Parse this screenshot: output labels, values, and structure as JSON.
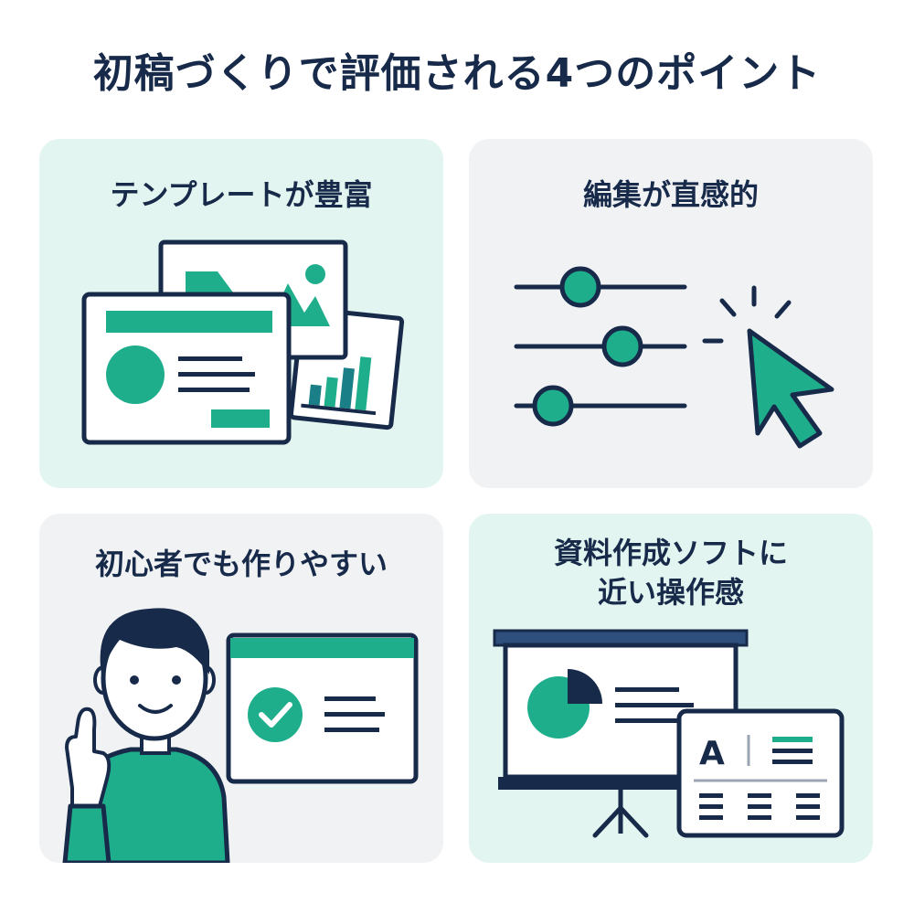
{
  "header": {
    "title": "初稿づくりで評価される4つのポイント"
  },
  "colors": {
    "accent": "#1fae8c",
    "navy": "#172a4a",
    "card_mint": "#e3f5f0",
    "card_gray": "#f1f2f4",
    "skin": "#ffffff"
  },
  "cards": [
    {
      "title": "テンプレートが豊富",
      "icon": "template-slides-icon"
    },
    {
      "title": "編集が直感的",
      "icon": "sliders-cursor-icon"
    },
    {
      "title": "初心者でも作りやすい",
      "icon": "beginner-person-icon"
    },
    {
      "title_lines": [
        "資料作成ソフトに",
        "近い操作感"
      ],
      "icon": "presentation-screen-icon",
      "letter_mark": "A"
    }
  ]
}
